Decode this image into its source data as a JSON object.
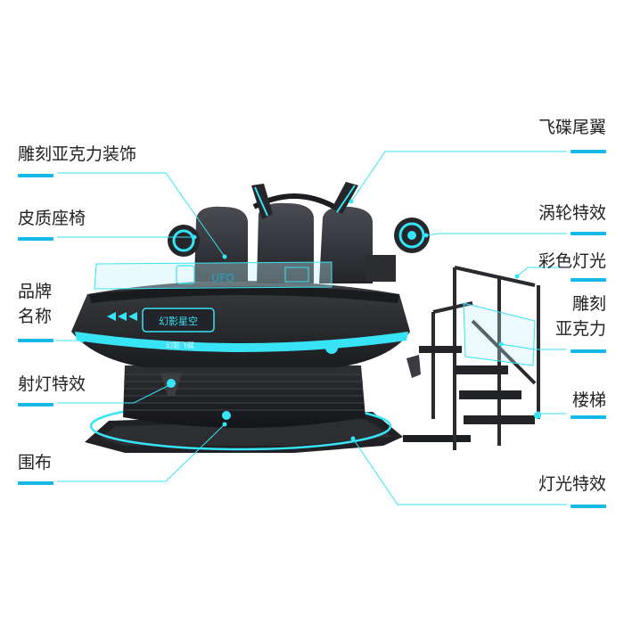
{
  "labels": {
    "left": [
      {
        "id": "carved-acrylic-decoration",
        "text": "雕刻亚克力装饰"
      },
      {
        "id": "leather-seat",
        "text": "皮质座椅"
      },
      {
        "id": "brand-name-line1",
        "text": "品牌"
      },
      {
        "id": "brand-name-line2",
        "text": "名称"
      },
      {
        "id": "spotlight-effect",
        "text": "射灯特效"
      },
      {
        "id": "skirt-cloth",
        "text": "围布"
      }
    ],
    "right": [
      {
        "id": "ufo-tail-wing",
        "text": "飞碟尾翼"
      },
      {
        "id": "turbine-effect",
        "text": "涡轮特效"
      },
      {
        "id": "colored-lights",
        "text": "彩色灯光"
      },
      {
        "id": "carved-acrylic-line1",
        "text": "雕刻"
      },
      {
        "id": "carved-acrylic-line2",
        "text": "亚克力"
      },
      {
        "id": "stairs",
        "text": "楼梯"
      },
      {
        "id": "lighting-effect",
        "text": "灯光特效"
      }
    ]
  },
  "machine": {
    "panel_text": "UFO",
    "brand_text": "幻影星空",
    "sub_brand_text": "幻影飞碟"
  },
  "colors": {
    "accent": "#16b8e6",
    "body": "#2b2d31",
    "dark": "#1a1b1e",
    "glow": "#37e3f5"
  }
}
